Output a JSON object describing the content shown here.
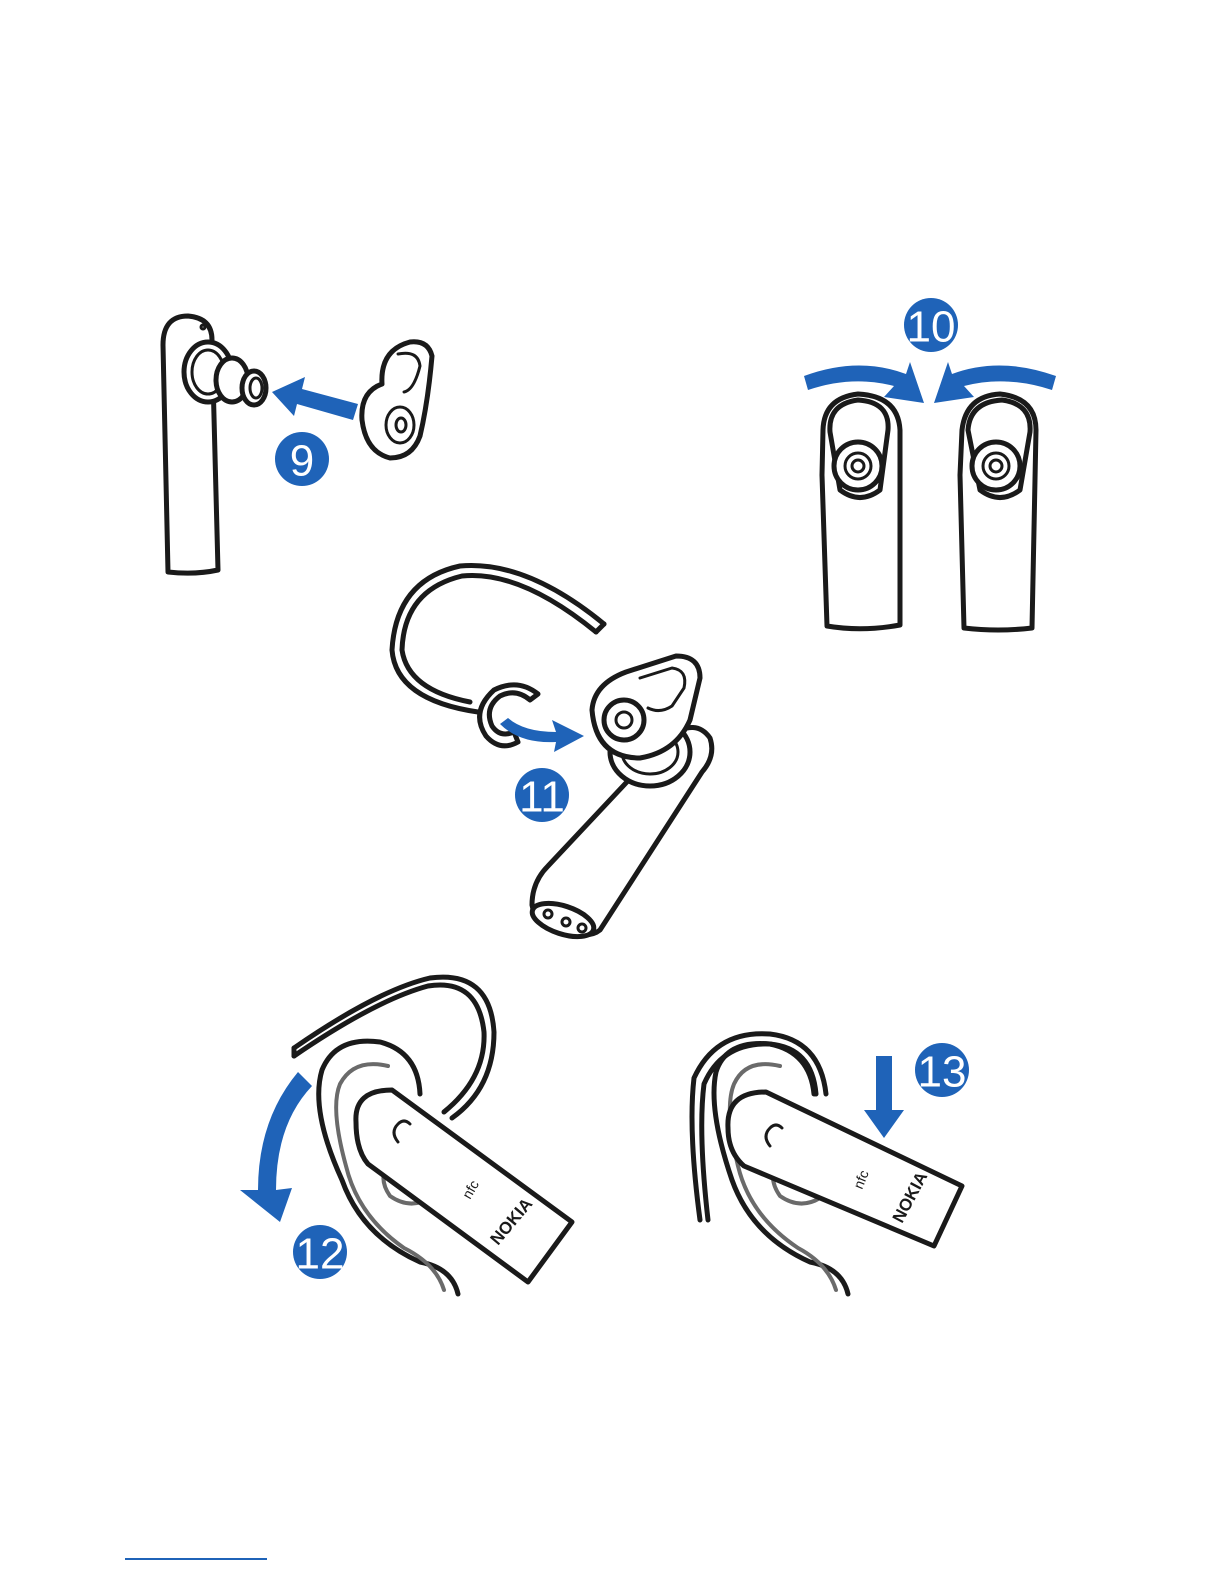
{
  "steps": [
    {
      "number": "9"
    },
    {
      "number": "10"
    },
    {
      "number": "11"
    },
    {
      "number": "12"
    },
    {
      "number": "13"
    }
  ],
  "device": {
    "brand_text": "NOKIA",
    "nfc_text": "nfc"
  },
  "colors": {
    "accent": "#1f63b8",
    "line": "#1a1a1a",
    "ear_shade": "#6a6a6a",
    "background": "#ffffff"
  }
}
